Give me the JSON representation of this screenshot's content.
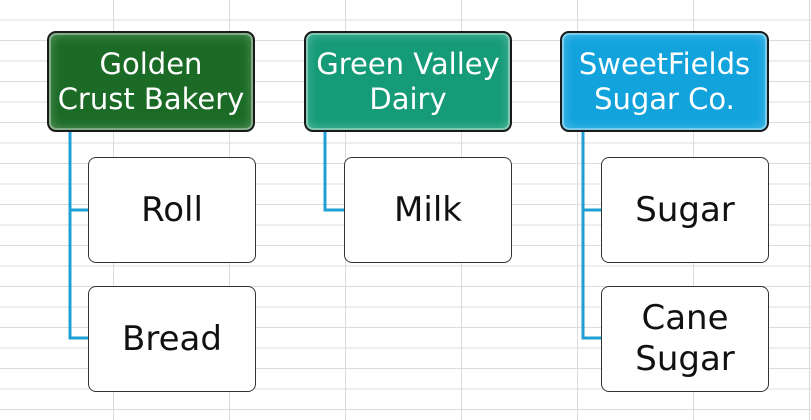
{
  "diagram": {
    "groups": [
      {
        "parent": {
          "label": "Golden\nCrust Bakery",
          "color": "#1b6b26"
        },
        "children": [
          "Roll",
          "Bread"
        ]
      },
      {
        "parent": {
          "label": "Green Valley\nDairy",
          "color": "#159b77"
        },
        "children": [
          "Milk"
        ]
      },
      {
        "parent": {
          "label": "SweetFields\nSugar Co.",
          "color": "#12a3dd"
        },
        "children": [
          "Sugar",
          "Cane\nSugar"
        ]
      }
    ],
    "connector_color": "#1f9fd4"
  }
}
